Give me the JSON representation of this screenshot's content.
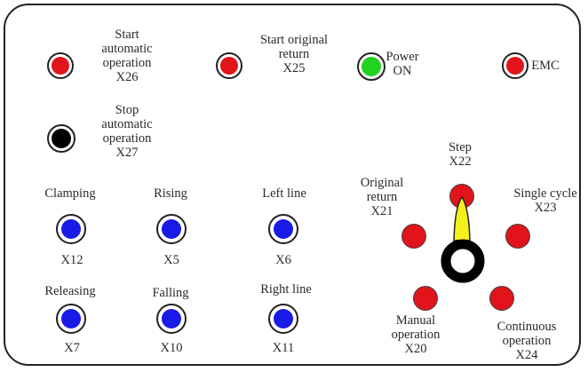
{
  "colors": {
    "red": "#e0141a",
    "green": "#21d21f",
    "blue": "#1a1ae6",
    "black": "#000000",
    "yellow": "#f2f21a"
  },
  "lamps": [
    {
      "id": "start-automatic-operation",
      "label": "Start\nautomatic\noperation\nX26",
      "color": "red"
    },
    {
      "id": "start-original-return",
      "label": "Start original\nreturn\nX25",
      "color": "red"
    },
    {
      "id": "power-on",
      "label": "Power\nON",
      "color": "green"
    },
    {
      "id": "emc",
      "label": "EMC",
      "color": "red"
    },
    {
      "id": "stop-automatic-operation",
      "label": "Stop\nautomatic\noperation\nX27",
      "color": "black"
    },
    {
      "id": "clamping",
      "label": "Clamping",
      "code": "X12",
      "color": "blue"
    },
    {
      "id": "rising",
      "label": "Rising",
      "code": "X5",
      "color": "blue"
    },
    {
      "id": "left-line",
      "label": "Left line",
      "code": "X6",
      "color": "blue"
    },
    {
      "id": "releasing",
      "label": "Releasing",
      "code": "X7",
      "color": "blue"
    },
    {
      "id": "falling",
      "label": "Falling",
      "code": "X10",
      "color": "blue"
    },
    {
      "id": "right-line",
      "label": "Right line",
      "code": "X11",
      "color": "blue"
    }
  ],
  "mode_selector": {
    "selected": "Step",
    "positions": [
      {
        "id": "original-return",
        "label": "Original\nreturn\nX21"
      },
      {
        "id": "step",
        "label": "Step\nX22"
      },
      {
        "id": "single-cycle",
        "label": "Single cycle\nX23"
      },
      {
        "id": "manual-operation",
        "label": "Manual\noperation\nX20"
      },
      {
        "id": "continuous-operation",
        "label": "Continuous\noperation\nX24"
      }
    ]
  }
}
